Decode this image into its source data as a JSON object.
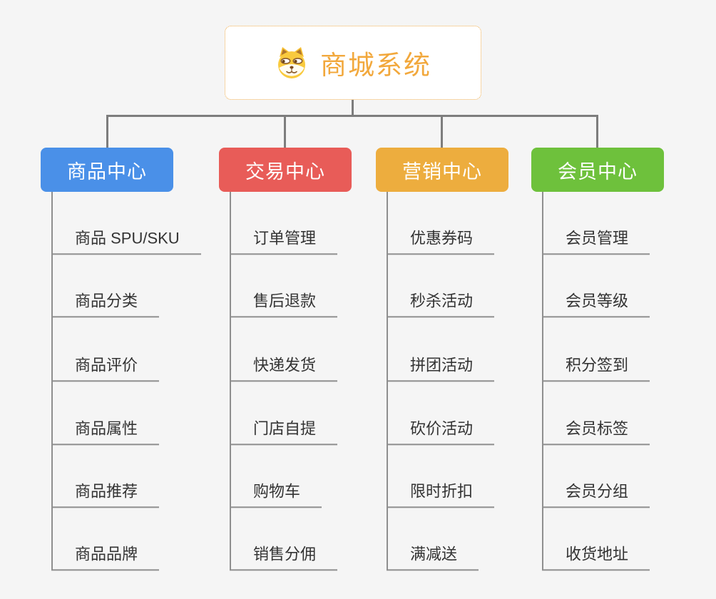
{
  "root": {
    "label": "商城系统",
    "icon": "shiba-dog-icon",
    "accent_color": "#F2A83C",
    "border_color": "#F0AD4E"
  },
  "connector_color": "#7D7D7D",
  "branches": [
    {
      "label": "商品中心",
      "color": "#4A90E8",
      "children": [
        "商品 SPU/SKU",
        "商品分类",
        "商品评价",
        "商品属性",
        "商品推荐",
        "商品品牌"
      ]
    },
    {
      "label": "交易中心",
      "color": "#E85C58",
      "children": [
        "订单管理",
        "售后退款",
        "快递发货",
        "门店自提",
        "购物车",
        "销售分佣"
      ]
    },
    {
      "label": "营销中心",
      "color": "#EDAD3E",
      "children": [
        "优惠券码",
        "秒杀活动",
        "拼团活动",
        "砍价活动",
        "限时折扣",
        "满减送"
      ]
    },
    {
      "label": "会员中心",
      "color": "#6EC13C",
      "children": [
        "会员管理",
        "会员等级",
        "积分签到",
        "会员标签",
        "会员分组",
        "收货地址"
      ]
    }
  ]
}
